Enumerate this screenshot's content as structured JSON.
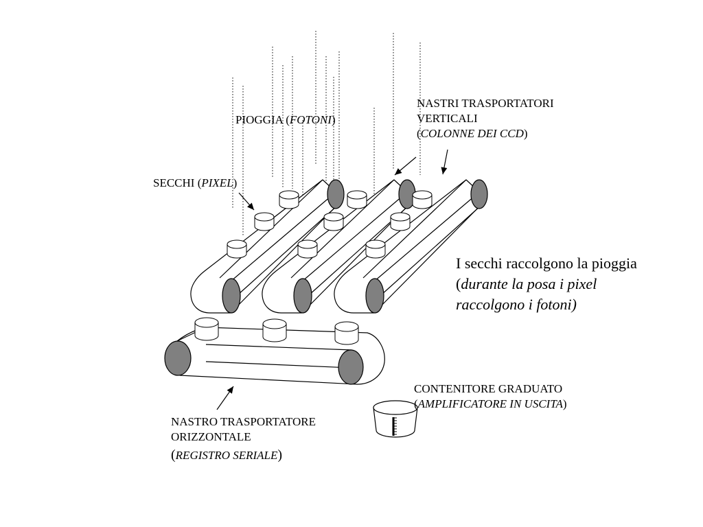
{
  "labels": {
    "rain_main": "PIOGGIA (",
    "rain_it": "FOTONI",
    "rain_end": ")",
    "buckets_main": "SECCHI (",
    "buckets_it": "PIXEL",
    "buckets_end": ")",
    "vertical_line1": "NASTRI TRASPORTATORI",
    "vertical_line2": "VERTICALI",
    "vertical_open": "(",
    "vertical_it": "COLONNE DEI CCD",
    "vertical_close": ")",
    "caption_line1": "I secchi raccolgono la pioggia",
    "caption_open": "(",
    "caption_it1": "durante la posa i pixel",
    "caption_it2": "raccolgono i fotoni)",
    "horizontal_line1": "NASTRO TRASPORTATORE",
    "horizontal_line2": "ORIZZONTALE",
    "horizontal_open": "(",
    "horizontal_it": "REGISTRO SERIALE",
    "horizontal_close": ")",
    "container_line1": "CONTENITORE GRADUATO",
    "container_open": "(",
    "container_it": "AMPLIFICATORE IN USCITA",
    "container_close": ")"
  },
  "colors": {
    "ink": "#000000",
    "roller_fill": "#808080",
    "belt_fill": "#ffffff"
  }
}
